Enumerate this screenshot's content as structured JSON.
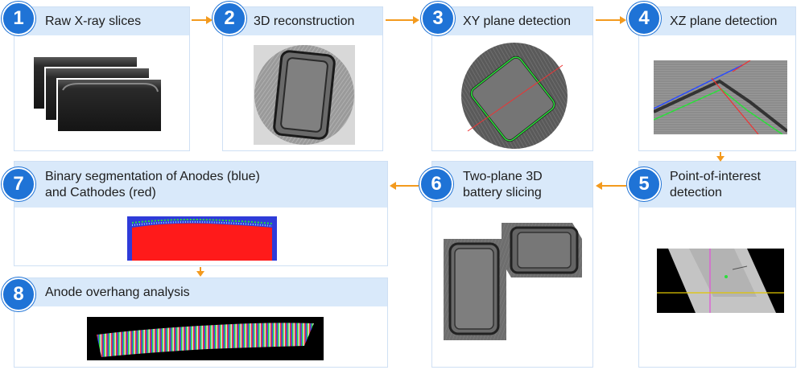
{
  "steps": [
    {
      "num": "1",
      "title": "Raw X-ray slices"
    },
    {
      "num": "2",
      "title": "3D reconstruction"
    },
    {
      "num": "3",
      "title": "XY plane detection"
    },
    {
      "num": "4",
      "title": "XZ plane detection"
    },
    {
      "num": "5",
      "title": "Point-of-interest\ndetection"
    },
    {
      "num": "6",
      "title": "Two-plane 3D\nbattery slicing"
    },
    {
      "num": "7",
      "title": "Binary segmentation of Anodes (blue)\nand Cathodes (red)"
    },
    {
      "num": "8",
      "title": "Anode overhang analysis"
    }
  ],
  "colors": {
    "badge": "#1f73d6",
    "header": "#d9e9fa",
    "arrow": "#f39a1e",
    "anode": "#2e3bd9",
    "cathode": "#ff1a1a",
    "detect_green": "#2adf3a",
    "detect_red": "#e33",
    "detect_blue": "#2a4bff"
  }
}
